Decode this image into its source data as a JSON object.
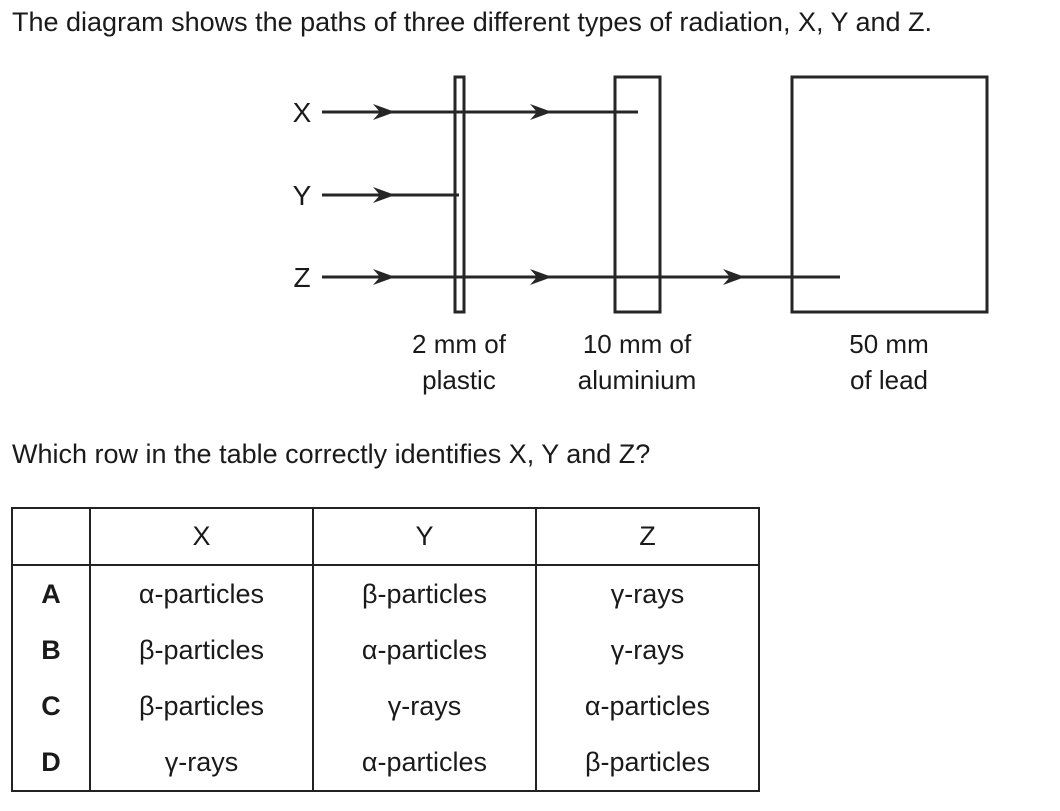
{
  "intro_text": "The diagram shows the paths of three different types of radiation, X, Y and Z.",
  "diagram": {
    "rays": [
      {
        "label": "X",
        "stops_at": "10 mm of aluminium"
      },
      {
        "label": "Y",
        "stops_at": "2 mm of plastic"
      },
      {
        "label": "Z",
        "stops_at": "50 mm of lead"
      }
    ],
    "materials": [
      {
        "line1": "2 mm of",
        "line2": "plastic"
      },
      {
        "line1": "10 mm of",
        "line2": "aluminium"
      },
      {
        "line1": "50 mm",
        "line2": "of lead"
      }
    ]
  },
  "question_text": "Which row in the table correctly identifies X, Y and Z?",
  "table": {
    "headers": [
      "",
      "X",
      "Y",
      "Z"
    ],
    "rows": [
      {
        "letter": "A",
        "x": "α-particles",
        "y": "β-particles",
        "z": "γ-rays"
      },
      {
        "letter": "B",
        "x": "β-particles",
        "y": "α-particles",
        "z": "γ-rays"
      },
      {
        "letter": "C",
        "x": "β-particles",
        "y": "γ-rays",
        "z": "α-particles"
      },
      {
        "letter": "D",
        "x": "γ-rays",
        "y": "α-particles",
        "z": "β-particles"
      }
    ]
  }
}
